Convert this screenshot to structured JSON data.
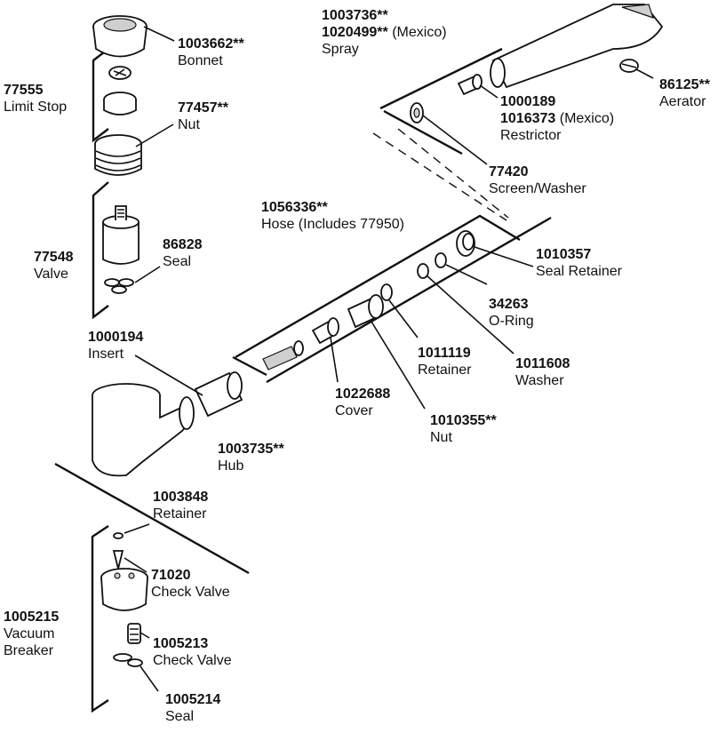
{
  "parts": {
    "bonnet": {
      "number": "1003662**",
      "name": "Bonnet"
    },
    "limit_stop": {
      "number": "77555",
      "name": "Limit Stop"
    },
    "nut_top": {
      "number": "77457**",
      "name": "Nut"
    },
    "valve": {
      "number": "77548",
      "name": "Valve"
    },
    "seal_valve": {
      "number": "86828",
      "name": "Seal"
    },
    "insert": {
      "number": "1000194",
      "name": "Insert"
    },
    "hub": {
      "number": "1003735**",
      "name": "Hub"
    },
    "retainer_bottom": {
      "number": "1003848",
      "name": "Retainer"
    },
    "check_valve_1": {
      "number": "71020",
      "name": "Check Valve"
    },
    "vacuum_breaker": {
      "number": "1005215",
      "name_line1": "Vacuum",
      "name_line2": "Breaker"
    },
    "check_valve_2": {
      "number": "1005213",
      "name": "Check Valve"
    },
    "seal_bottom": {
      "number": "1005214",
      "name": "Seal"
    },
    "spray": {
      "number1": "1003736**",
      "number2": "1020499**",
      "number2_note": "(Mexico)",
      "name": "Spray"
    },
    "aerator": {
      "number": "86125**",
      "name": "Aerator"
    },
    "restrictor": {
      "number1": "1000189",
      "number2": "1016373",
      "number2_note": "(Mexico)",
      "name": "Restrictor"
    },
    "screen_washer": {
      "number": "77420",
      "name": "Screen/Washer"
    },
    "hose": {
      "number": "1056336**",
      "name": "Hose (Includes 77950)"
    },
    "seal_retainer": {
      "number": "1010357",
      "name": "Seal Retainer"
    },
    "o_ring": {
      "number": "34263",
      "name": "O-Ring"
    },
    "washer": {
      "number": "1011608",
      "name": "Washer"
    },
    "retainer_hose": {
      "number": "1011119",
      "name": "Retainer"
    },
    "cover": {
      "number": "1022688",
      "name": "Cover"
    },
    "nut_hose": {
      "number": "1010355**",
      "name": "Nut"
    }
  }
}
